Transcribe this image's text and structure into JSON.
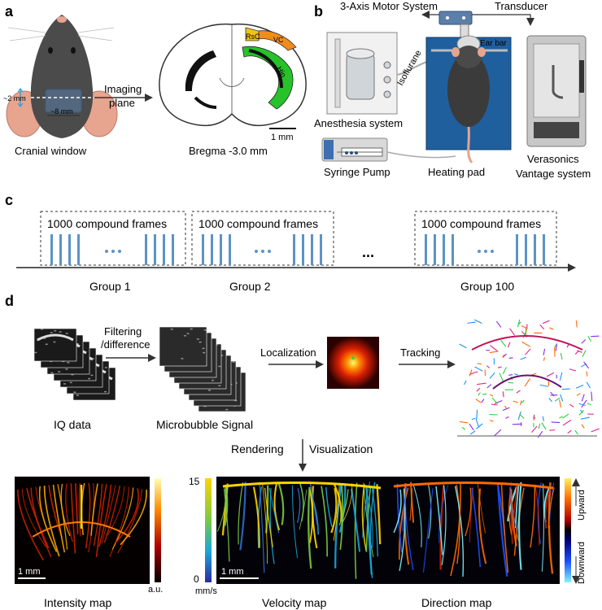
{
  "panels": {
    "a": {
      "letter": "a",
      "dim_small": "~2 mm",
      "dim_wide": "~8 mm",
      "cranial_label": "Cranial window",
      "imaging_plane_line1": "Imaging",
      "imaging_plane_line2": "plane",
      "region_rsc": "RsC",
      "region_vc": "VC",
      "region_hip": "Hip",
      "scale_bar": "1 mm",
      "bregma_label": "Bregma -3.0 mm"
    },
    "b": {
      "letter": "b",
      "motor_system": "3-Axis Motor System",
      "transducer": "Transducer",
      "ear_bar": "Ear bar",
      "isoflurane": "Isoflurane",
      "anesthesia": "Anesthesia system",
      "syringe_pump": "Syringe Pump",
      "heating_pad": "Heating pad",
      "verasonics_line1": "Verasonics",
      "verasonics_line2": "Vantage system"
    },
    "c": {
      "letter": "c",
      "block_label": "1000 compound frames",
      "ellipsis": "...",
      "groups": [
        "Group 1",
        "Group 2",
        "Group 100"
      ]
    },
    "d": {
      "letter": "d",
      "step_filter_line1": "Filtering",
      "step_filter_line2": "/difference",
      "step_localization": "Localization",
      "step_tracking": "Tracking",
      "iq_label": "IQ data",
      "mb_label": "Microbubble Signal",
      "rendering": "Rendering",
      "visualization": "Visualization",
      "intensity_map": "Intensity map",
      "velocity_map": "Velocity map",
      "direction_map": "Direction map",
      "scale_bar": "1 mm",
      "intensity_unit": "a.u.",
      "velocity_max": "15",
      "velocity_min": "0",
      "velocity_unit": "mm/s",
      "upward": "Upward",
      "downward": "Downward"
    }
  },
  "colors": {
    "frame_bar": "#5b93c6",
    "rsc": "#f1c40f",
    "vc": "#f08c1e",
    "hip": "#27c22a",
    "pad": "#1f5f9e",
    "arrow": "#333333"
  }
}
